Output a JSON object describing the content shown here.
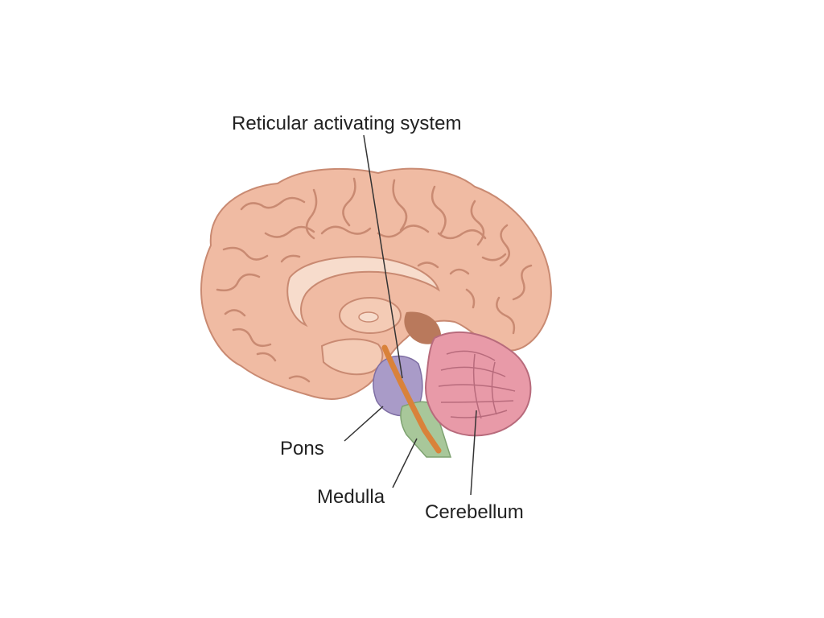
{
  "labels": {
    "reticular_activating_system": "Reticular activating system",
    "pons": "Pons",
    "medulla": "Medulla",
    "cerebellum": "Cerebellum"
  },
  "colors": {
    "cerebrum": "#f0bba3",
    "cerebrum_outline": "#c98a72",
    "pons": "#a99bc8",
    "medulla": "#a8c79a",
    "reticular_system": "#d9823a",
    "cerebellum": "#e89aa8",
    "cerebellum_outline": "#b86b7c",
    "corpus_callosum": "#f7dccc",
    "leader_line": "#333333"
  }
}
